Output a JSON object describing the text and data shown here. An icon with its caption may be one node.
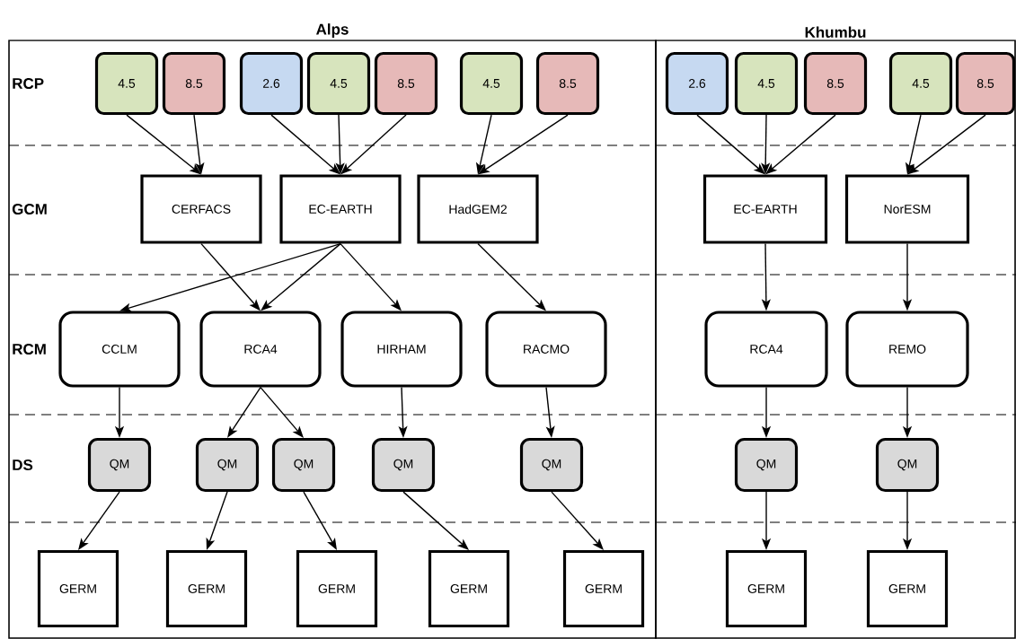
{
  "diagram": {
    "nodes": [
      {
        "text": [
          "Alps"
        ]
      },
      {
        "text": [
          "4.5"
        ],
        "in": 0
      },
      {
        "text": [
          "8.5"
        ],
        "in": 0
      },
      {
        "text": [
          "2.6"
        ],
        "in": 0
      },
      {
        "text": [
          "4.5"
        ],
        "in": 0
      },
      {
        "text": [
          "8.5"
        ],
        "in": 0
      },
      {
        "text": [
          "4.5"
        ],
        "in": 0
      },
      {
        "text": [
          "8.5"
        ],
        "in": 0
      },
      {
        "text": [
          "CERFACS"
        ],
        "in": 0
      },
      {
        "text": [
          "EC-EARTH"
        ],
        "in": 0
      },
      {
        "text": [
          "HadGEM2"
        ],
        "in": 0
      },
      {
        "text": [
          "CCLM"
        ],
        "in": 0
      },
      {
        "text": [
          "RCA4"
        ],
        "in": 0
      },
      {
        "text": [
          "HIRHAM"
        ],
        "in": 0
      },
      {
        "text": [
          "RACMO"
        ],
        "in": 0
      },
      {
        "text": [
          "QM"
        ],
        "in": 0
      },
      {
        "text": [
          "QM"
        ],
        "in": 0
      },
      {
        "text": [
          "QM"
        ],
        "in": 0
      },
      {
        "text": [
          "QM"
        ],
        "in": 0
      },
      {
        "text": [
          "QM"
        ],
        "in": 0
      },
      {
        "text": [
          "GERM"
        ],
        "in": 0
      },
      {
        "text": [
          "GERM"
        ],
        "in": 0
      },
      {
        "text": [
          "GERM"
        ],
        "in": 0
      },
      {
        "text": [
          "GERM"
        ],
        "in": 0
      },
      {
        "text": [
          "GERM"
        ],
        "in": 0
      },
      {
        "text": [
          "Khumbu"
        ]
      },
      {
        "text": [
          "2.6"
        ],
        "in": 25
      },
      {
        "text": [
          "4.5"
        ],
        "in": 25
      },
      {
        "text": [
          "8.5"
        ],
        "in": 25
      },
      {
        "text": [
          "4.5"
        ],
        "in": 25
      },
      {
        "text": [
          "8.5"
        ],
        "in": 25
      },
      {
        "text": [
          "EC-EARTH"
        ],
        "in": 25
      },
      {
        "text": [
          "NorESM"
        ],
        "in": 25
      },
      {
        "text": [
          "RCA4"
        ],
        "in": 25
      },
      {
        "text": [
          "REMO"
        ],
        "in": 25
      },
      {
        "text": [
          "QM"
        ],
        "in": 25
      },
      {
        "text": [
          "QM"
        ],
        "in": 25
      },
      {
        "text": [
          "GERM"
        ],
        "in": 25
      },
      {
        "text": [
          "GERM"
        ],
        "in": 25
      }
    ],
    "edges": [
      {
        "from": 1,
        "to": 8,
        "arrow": "to"
      },
      {
        "from": 2,
        "to": 8,
        "arrow": "to"
      },
      {
        "from": 3,
        "to": 9,
        "arrow": "to"
      },
      {
        "from": 4,
        "to": 9,
        "arrow": "to"
      },
      {
        "from": 5,
        "to": 9,
        "arrow": "to"
      },
      {
        "from": 6,
        "to": 10,
        "arrow": "to"
      },
      {
        "from": 7,
        "to": 10,
        "arrow": "to"
      },
      {
        "from": 8,
        "to": 12,
        "arrow": "to"
      },
      {
        "from": 9,
        "to": 11,
        "arrow": "to"
      },
      {
        "from": 9,
        "to": 12,
        "arrow": "to"
      },
      {
        "from": 9,
        "to": 13,
        "arrow": "to"
      },
      {
        "from": 10,
        "to": 14,
        "arrow": "to"
      },
      {
        "from": 11,
        "to": 15,
        "arrow": "to"
      },
      {
        "from": 12,
        "to": 16,
        "arrow": "to"
      },
      {
        "from": 12,
        "to": 17,
        "arrow": "to"
      },
      {
        "from": 13,
        "to": 18,
        "arrow": "to"
      },
      {
        "from": 14,
        "to": 19,
        "arrow": "to"
      },
      {
        "from": 15,
        "to": 20,
        "arrow": "to"
      },
      {
        "from": 16,
        "to": 21,
        "arrow": "to"
      },
      {
        "from": 17,
        "to": 22,
        "arrow": "to"
      },
      {
        "from": 18,
        "to": 23,
        "arrow": "to"
      },
      {
        "from": 19,
        "to": 24,
        "arrow": "to"
      },
      {
        "from": 26,
        "to": 31,
        "arrow": "to"
      },
      {
        "from": 27,
        "to": 31,
        "arrow": "to"
      },
      {
        "from": 28,
        "to": 31,
        "arrow": "to"
      },
      {
        "from": 29,
        "to": 32,
        "arrow": "to"
      },
      {
        "from": 30,
        "to": 32,
        "arrow": "to"
      },
      {
        "from": 31,
        "to": 33,
        "arrow": "to"
      },
      {
        "from": 32,
        "to": 34,
        "arrow": "to"
      },
      {
        "from": 33,
        "to": 35,
        "arrow": "to"
      },
      {
        "from": 34,
        "to": 36,
        "arrow": "to"
      },
      {
        "from": 35,
        "to": 37,
        "arrow": "to"
      },
      {
        "from": 36,
        "to": 38,
        "arrow": "to"
      }
    ],
    "labels": [
      "RCP",
      "GCM",
      "RCM",
      "DS"
    ]
  }
}
